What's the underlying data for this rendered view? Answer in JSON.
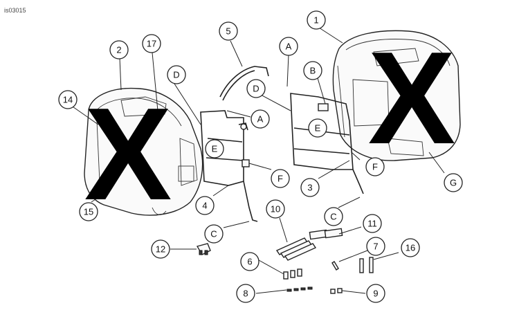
{
  "figure_id": "is03015",
  "callouts": {
    "c1": "1",
    "c2": "2",
    "c3": "3",
    "c4": "4",
    "c5": "5",
    "c6": "6",
    "c7": "7",
    "c8": "8",
    "c9": "9",
    "c10": "10",
    "c11": "11",
    "c12": "12",
    "c14": "14",
    "c15": "15",
    "c16": "16",
    "c17": "17",
    "A_left": "A",
    "A_top": "A",
    "B": "B",
    "C_left": "C",
    "C_right": "C",
    "D_left": "D",
    "D_center": "D",
    "E_left": "E",
    "E_right": "E",
    "F_left": "F",
    "F_right": "F",
    "G": "G"
  },
  "overlay_marks": {
    "left": "X",
    "right": "X"
  }
}
